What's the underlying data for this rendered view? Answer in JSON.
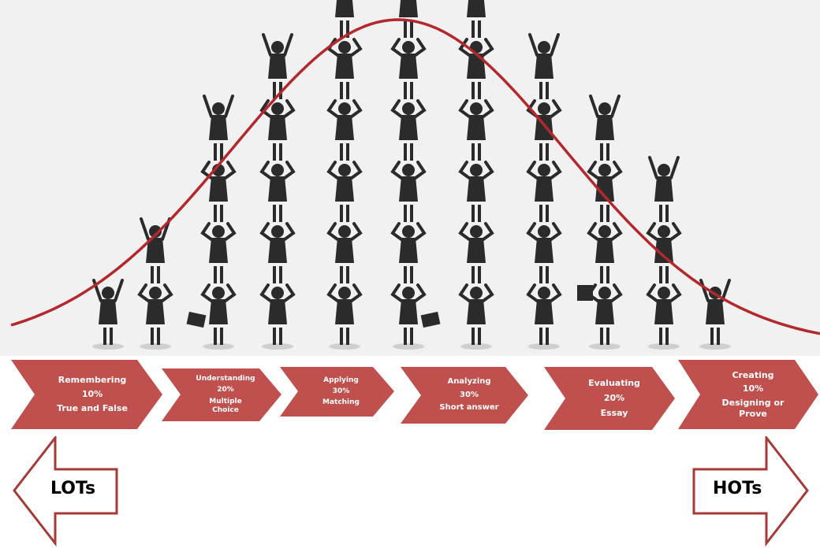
{
  "levels": [
    {
      "name": "Remembering",
      "percent": "10%",
      "type": "True and False"
    },
    {
      "name": "Understanding",
      "percent": "20%",
      "type": "Multiple Choice"
    },
    {
      "name": "Applying",
      "percent": "30%",
      "type": "Matching"
    },
    {
      "name": "Analyzing",
      "percent": "30%",
      "type": "Short answer"
    },
    {
      "name": "Evaluating",
      "percent": "20%",
      "type": "Essay"
    },
    {
      "name": "Creating",
      "percent": "10%",
      "type": "Designing or Prove"
    }
  ],
  "arrows": {
    "left": "LOTs",
    "right": "HOTs"
  },
  "figures": {
    "stack_heights": [
      1,
      2,
      4,
      5,
      6,
      6,
      6,
      5,
      4,
      3,
      1
    ]
  },
  "colors": {
    "curve": "#b3282d",
    "chevron": "#c0504d",
    "figure": "#2b2b2b",
    "background": "#f1f1f1",
    "arrow": "#a53b36"
  }
}
